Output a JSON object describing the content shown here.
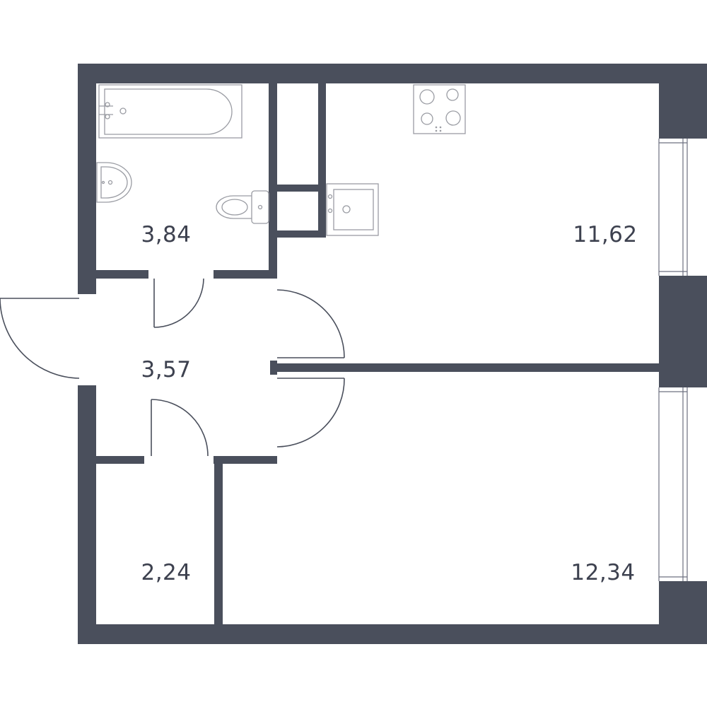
{
  "colors": {
    "wall": "#4a4f5c",
    "label": "#3d414f",
    "fixture": "#9a9ca3",
    "background": "#ffffff"
  },
  "rooms": {
    "bathroom": {
      "area": "3,84"
    },
    "kitchen_living": {
      "area": "11,62"
    },
    "hallway": {
      "area": "3,57"
    },
    "storage": {
      "area": "2,24"
    },
    "bedroom": {
      "area": "12,34"
    }
  },
  "fixtures": [
    "bathtub-icon",
    "washbasin-icon",
    "toilet-icon",
    "stove-icon",
    "kitchen-sink-icon"
  ]
}
